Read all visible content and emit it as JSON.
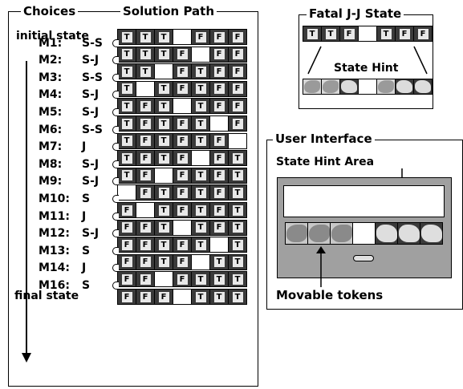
{
  "choices_box": {
    "title_choices": "Choices",
    "title_path": "Solution Path"
  },
  "initial_label": "initial state",
  "final_label": "final state",
  "moves": [
    {
      "name": "M1:",
      "type": "S-S"
    },
    {
      "name": "M2:",
      "type": "S-J"
    },
    {
      "name": "M3:",
      "type": "S-S"
    },
    {
      "name": "M4:",
      "type": "S-J"
    },
    {
      "name": "M5:",
      "type": "S-J"
    },
    {
      "name": "M6:",
      "type": "S-S"
    },
    {
      "name": "M7:",
      "type": "J"
    },
    {
      "name": "M8:",
      "type": "S-J"
    },
    {
      "name": "M9:",
      "type": "S-J"
    },
    {
      "name": "M10:",
      "type": "S"
    },
    {
      "name": "M11:",
      "type": "J"
    },
    {
      "name": "M12:",
      "type": "S-J"
    },
    {
      "name": "M13:",
      "type": "S"
    },
    {
      "name": "M14:",
      "type": "J"
    },
    {
      "name": "M16:",
      "type": "S"
    }
  ],
  "states": [
    "TTT FFF",
    "TTTF FF",
    "TT FTFF",
    "T TFTFF",
    "TFT TFF",
    "TFTFT F",
    "TFTFTF ",
    "TFTF FT",
    "TF FTFT",
    " FTFTFT",
    "F TFTFT",
    "FFT TFT",
    "FFTFT T",
    "FFTF TT",
    "FF FTTT",
    "FFF TTT"
  ],
  "fatal_box": {
    "title": "Fatal J-J State",
    "state": "TTF TFF",
    "hint_label": "State Hint"
  },
  "ui_box": {
    "title": "User Interface",
    "hint_area_label": "State Hint Area",
    "tokens_label": "Movable tokens"
  },
  "colors": {
    "dark_cell": "#3a3a3a",
    "chip": "#e8e8e8",
    "panel_gray": "#a0a0a0",
    "empty": "#ffffff"
  }
}
